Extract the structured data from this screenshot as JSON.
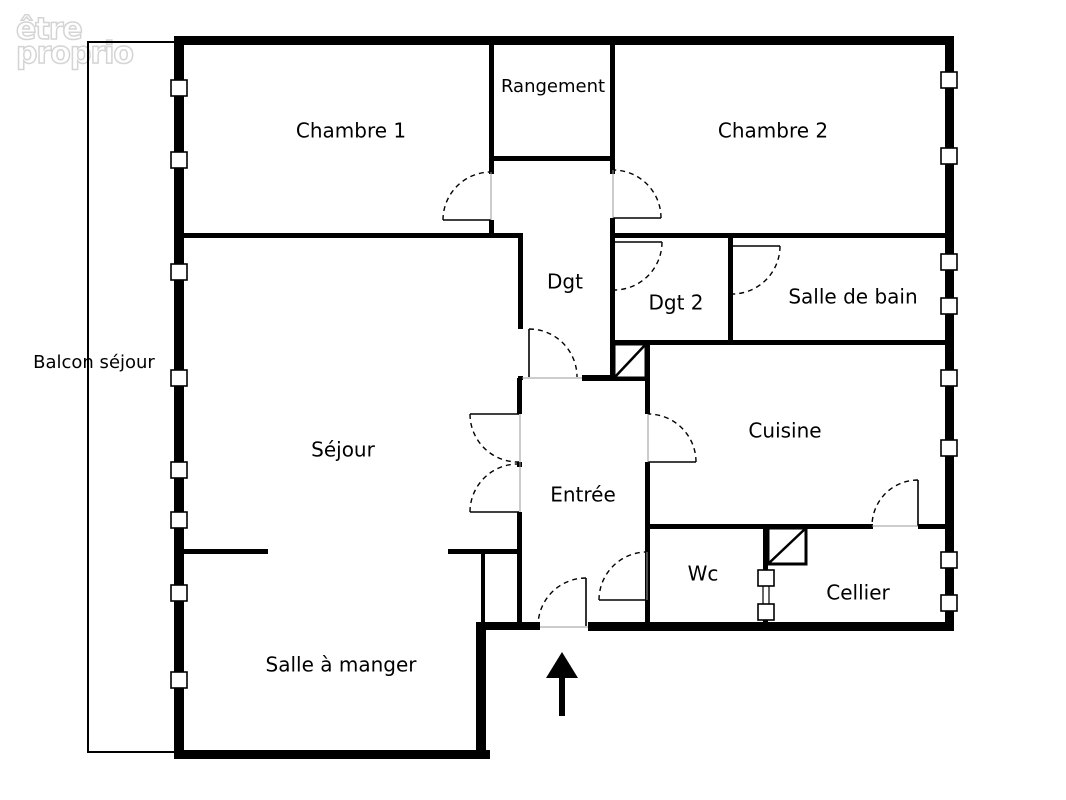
{
  "logo": {
    "line1": "être",
    "line2": "proprio"
  },
  "rooms": {
    "chambre1": "Chambre 1",
    "rangement": "Rangement",
    "chambre2": "Chambre 2",
    "dgt": "Dgt",
    "dgt2": "Dgt 2",
    "salle_de_bain": "Salle de bain",
    "balcon": "Balcon séjour",
    "sejour": "Séjour",
    "entree": "Entrée",
    "cuisine": "Cuisine",
    "wc": "Wc",
    "cellier": "Cellier",
    "salle_a_manger": "Salle à manger"
  },
  "icons": {
    "entrance": "entrance-arrow-icon",
    "duct": "duct-icon"
  }
}
